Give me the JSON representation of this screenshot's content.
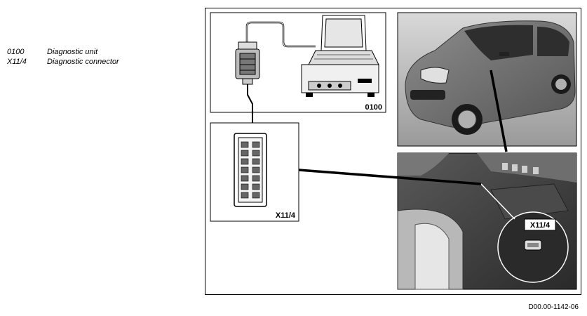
{
  "legend": {
    "items": [
      {
        "code": "0100",
        "description": "Diagnostic unit"
      },
      {
        "code": "X11/4",
        "description": "Diagnostic connector"
      }
    ]
  },
  "callouts": {
    "diagnostic_unit": "0100",
    "connector_panel": "X11/4",
    "photo_label": "X11/4"
  },
  "document_id": "D00.00-1142-06"
}
